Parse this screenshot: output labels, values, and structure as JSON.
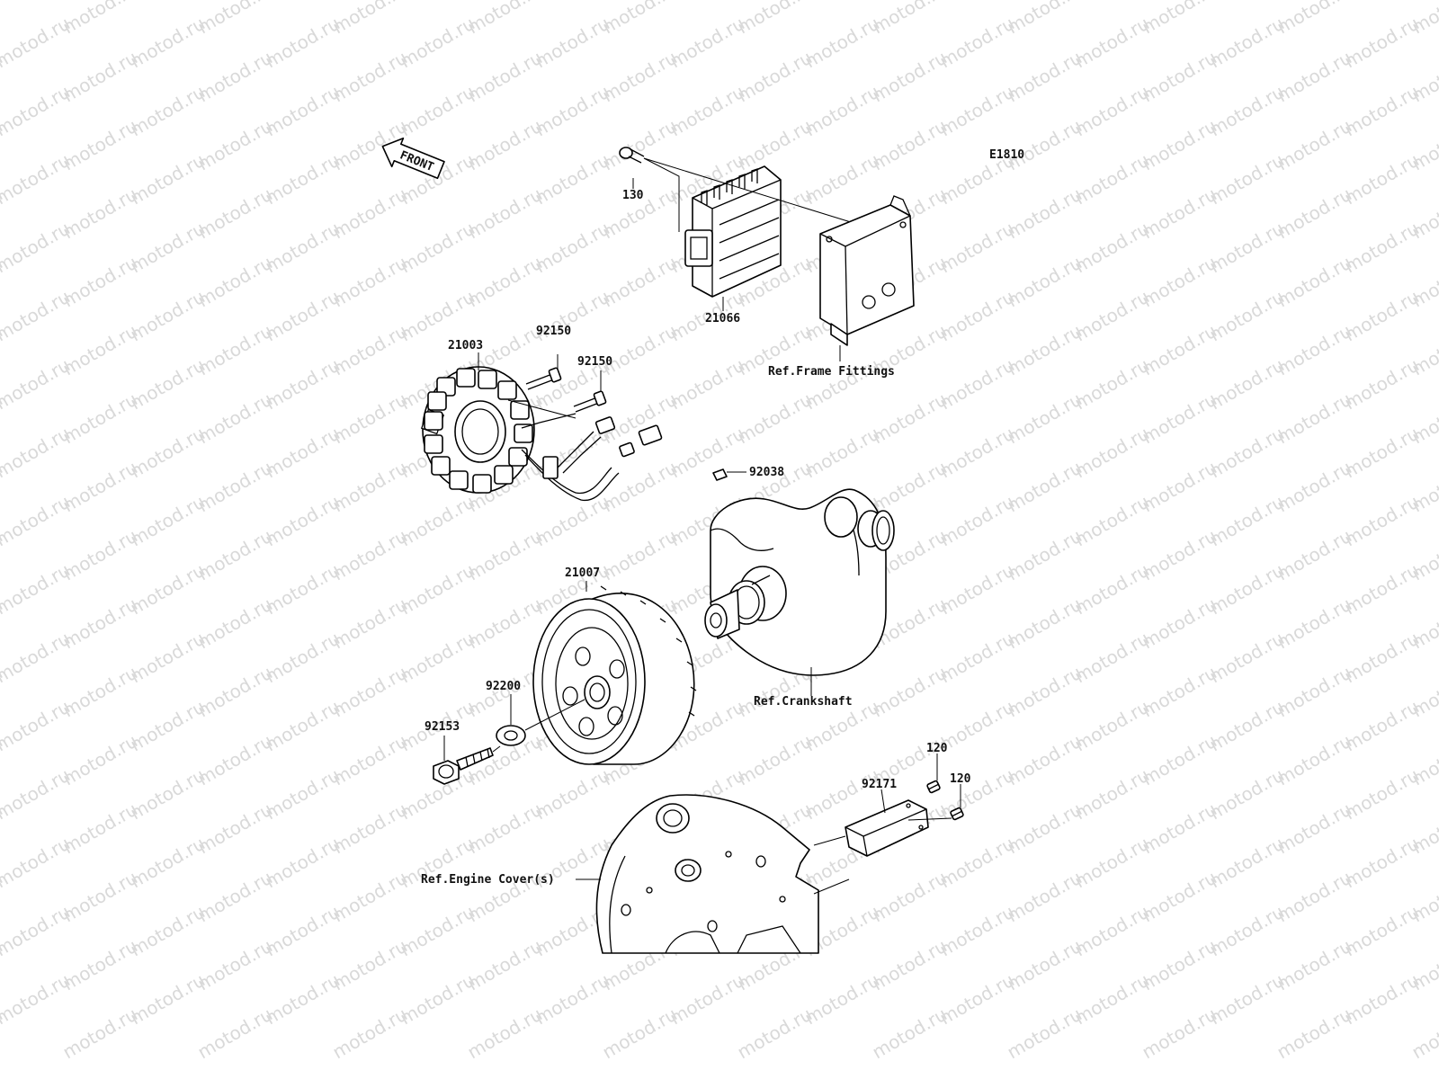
{
  "diagram": {
    "code": "E1810",
    "front_label": "FRONT",
    "watermark": "motod.ru",
    "callouts": {
      "p130": "130",
      "p21066": "21066",
      "ref_frame": "Ref.Frame Fittings",
      "p21003": "21003",
      "p92150a": "92150",
      "p92150b": "92150",
      "p92038": "92038",
      "p21007": "21007",
      "ref_crank": "Ref.Crankshaft",
      "p92200": "92200",
      "p92153": "92153",
      "p120a": "120",
      "p120b": "120",
      "p92171": "92171",
      "ref_cover": "Ref.Engine Cover(s)"
    }
  }
}
